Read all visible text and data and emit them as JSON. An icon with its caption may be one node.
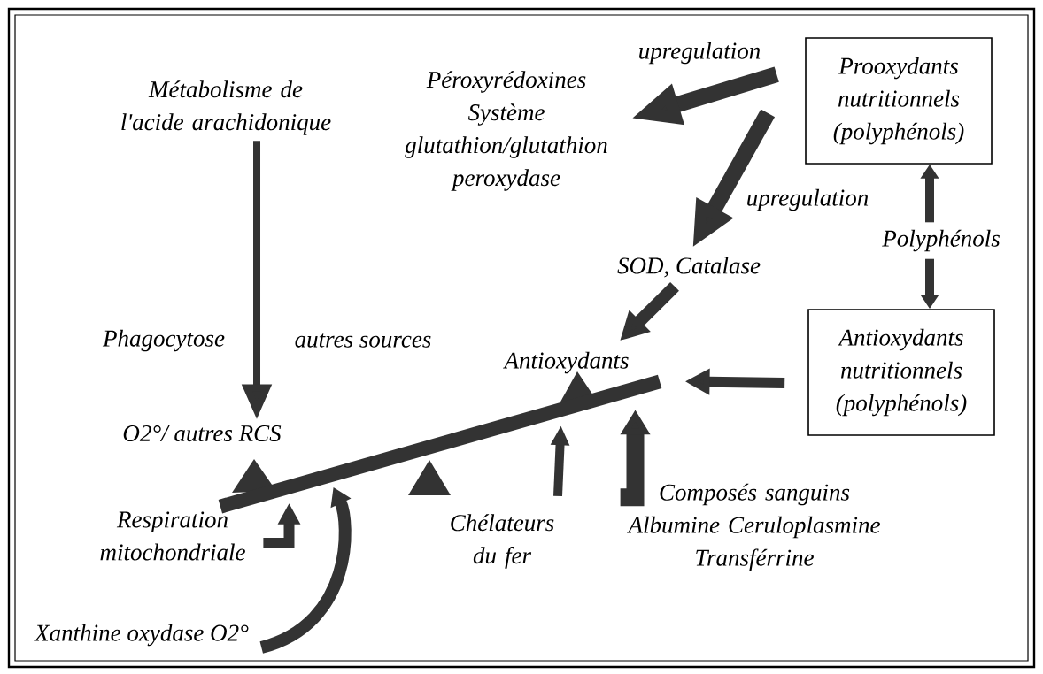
{
  "diagram": {
    "nodes": [
      {
        "text": [
          "Métabolisme de l'acide arachidonique"
        ]
      },
      {
        "text": [
          "Péroxyrédoxines Système glutathion/glutathion peroxydase"
        ]
      },
      {
        "text": [
          "Prooxydants nutritionnels (polyphénols)"
        ]
      },
      {
        "text": [
          "SOD, Catalase"
        ]
      },
      {
        "text": [
          "Polyphénols"
        ]
      },
      {
        "text": [
          "Antioxydants nutritionnels (polyphénols)"
        ]
      },
      {
        "text": [
          "Phagocytose"
        ]
      },
      {
        "text": [
          "autres sources"
        ]
      },
      {
        "text": [
          "O2°/ autres RCS"
        ]
      },
      {
        "text": [
          "Antioxydants"
        ]
      },
      {
        "text": [],
        "shape": "bar"
      },
      {
        "text": [
          "Respiration mitochondriale"
        ]
      },
      {
        "text": [
          "Xanthine oxydase O2°"
        ]
      },
      {
        "text": [
          "Chélateurs du fer"
        ]
      },
      {
        "text": [
          "Composés sanguins Albumine Ceruloplasmine Transférrine"
        ]
      }
    ],
    "edges": [
      {
        "from": 0,
        "to": 8,
        "arrow": "to"
      },
      {
        "from": 2,
        "to": 1,
        "arrow": "to",
        "label": "upregulation"
      },
      {
        "from": 2,
        "to": 3,
        "arrow": "to",
        "label": "upregulation"
      },
      {
        "from": 3,
        "to": 9,
        "arrow": "to"
      },
      {
        "from": 4,
        "to": 2,
        "arrow": "to"
      },
      {
        "from": 4,
        "to": 5,
        "arrow": "to"
      },
      {
        "from": 5,
        "to": 10,
        "arrow": "to"
      },
      {
        "from": 11,
        "to": 10,
        "arrow": "to"
      },
      {
        "from": 12,
        "to": 10,
        "arrow": "to"
      },
      {
        "from": 13,
        "to": 10,
        "arrow": "to"
      },
      {
        "from": 14,
        "to": 10,
        "arrow": "to"
      }
    ]
  }
}
